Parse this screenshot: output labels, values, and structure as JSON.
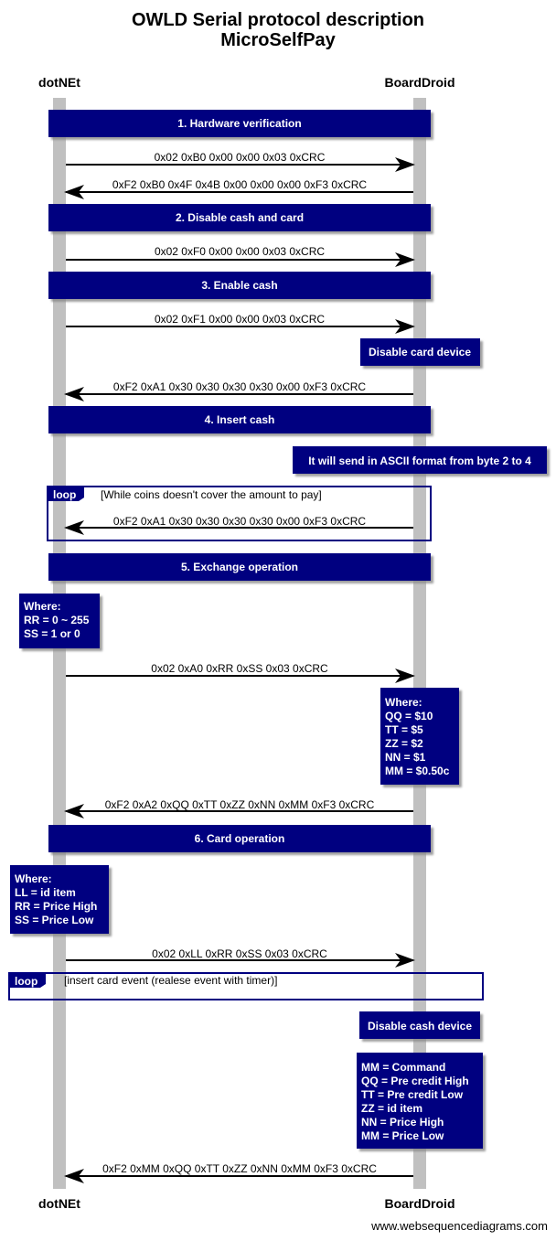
{
  "title": {
    "line1": "OWLD Serial protocol description",
    "line2": "MicroSelfPay"
  },
  "actors": {
    "left": "dotNEt",
    "right": "BoardDroid"
  },
  "colors": {
    "box_fill": "#000080",
    "box_text": "#ffffff",
    "lifeline": "#c0c0c0",
    "arrow": "#000000"
  },
  "sections": {
    "s1": "1. Hardware verification",
    "s2": "2. Disable cash and card",
    "s3": "3. Enable cash",
    "s4": "4. Insert cash",
    "s5": "5. Exchange operation",
    "s6": "6. Card operation"
  },
  "messages": {
    "m1": "0x02 0xB0 0x00 0x00 0x03 0xCRC",
    "m2": "0xF2 0xB0 0x4F 0x4B 0x00 0x00 0x00 0xF3 0xCRC",
    "m3": "0x02 0xF0 0x00 0x00 0x03 0xCRC",
    "m4": "0x02 0xF1 0x00 0x00 0x03 0xCRC",
    "m5": "0xF2 0xA1 0x30 0x30 0x30 0x30 0x00 0xF3 0xCRC",
    "m6": "0xF2 0xA1 0x30 0x30 0x30 0x30 0x00 0xF3 0xCRC",
    "m7": "0x02 0xA0 0xRR 0xSS 0x03 0xCRC",
    "m8": "0xF2 0xA2 0xQQ 0xTT 0xZZ 0xNN 0xMM 0xF3 0xCRC",
    "m9": "0x02 0xLL 0xRR 0xSS 0x03 0xCRC",
    "m10": "0xF2 0xMM 0xQQ 0xTT 0xZZ 0xNN 0xMM 0xF3 0xCRC"
  },
  "notes": {
    "disable_card": "Disable card device",
    "ascii": "It will send in ASCII format from byte 2 to 4",
    "where5": [
      "Where:",
      "RR = 0 ~ 255",
      "SS = 1 or 0"
    ],
    "where_qq": [
      "Where:",
      "QQ = $10",
      "TT = $5",
      "ZZ = $2",
      "NN = $1",
      "MM = $0.50c"
    ],
    "where6": [
      "Where:",
      "LL = id item",
      "RR = Price High",
      "SS = Price Low"
    ],
    "disable_cash": "Disable cash device",
    "mm_cmd": [
      "MM = Command",
      "QQ = Pre credit High",
      "TT = Pre credit Low",
      "ZZ = id item",
      "NN = Price High",
      "MM = Price Low"
    ]
  },
  "loops": {
    "l1": {
      "label": "loop",
      "condition": "[While coins doesn't cover the amount to pay]"
    },
    "l2": {
      "label": "loop",
      "condition": "[insert card event (realese event with timer)]"
    }
  },
  "footer": "www.websequencediagrams.com"
}
